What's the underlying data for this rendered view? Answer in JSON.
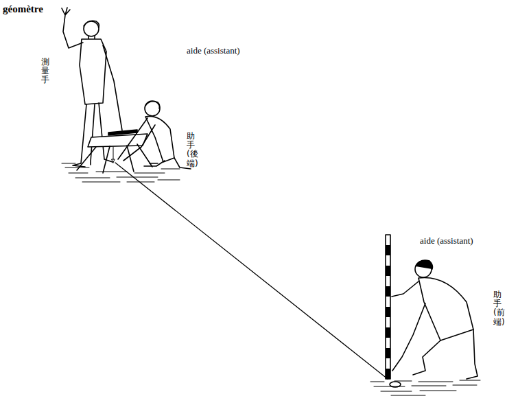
{
  "diagram": {
    "labels": [
      "géomètre",
      "測量手",
      "aide (assistant)",
      "助手(後端)",
      "aide (assistant)",
      "助手(前端)"
    ]
  }
}
